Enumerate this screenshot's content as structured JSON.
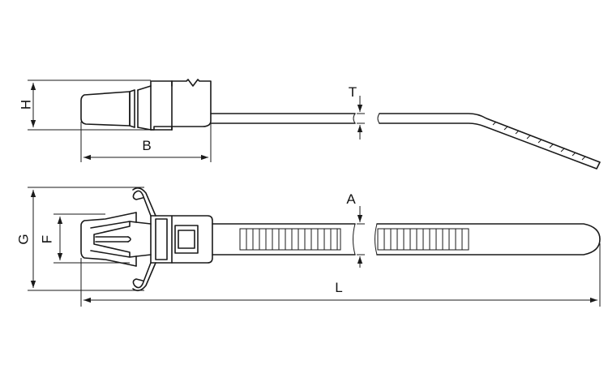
{
  "drawing": {
    "dimension_labels": {
      "H": "H",
      "B": "B",
      "T": "T",
      "G": "G",
      "F": "F",
      "A": "A",
      "L": "L"
    },
    "colors": {
      "line": "#1a1a1a",
      "background": "#ffffff"
    }
  }
}
